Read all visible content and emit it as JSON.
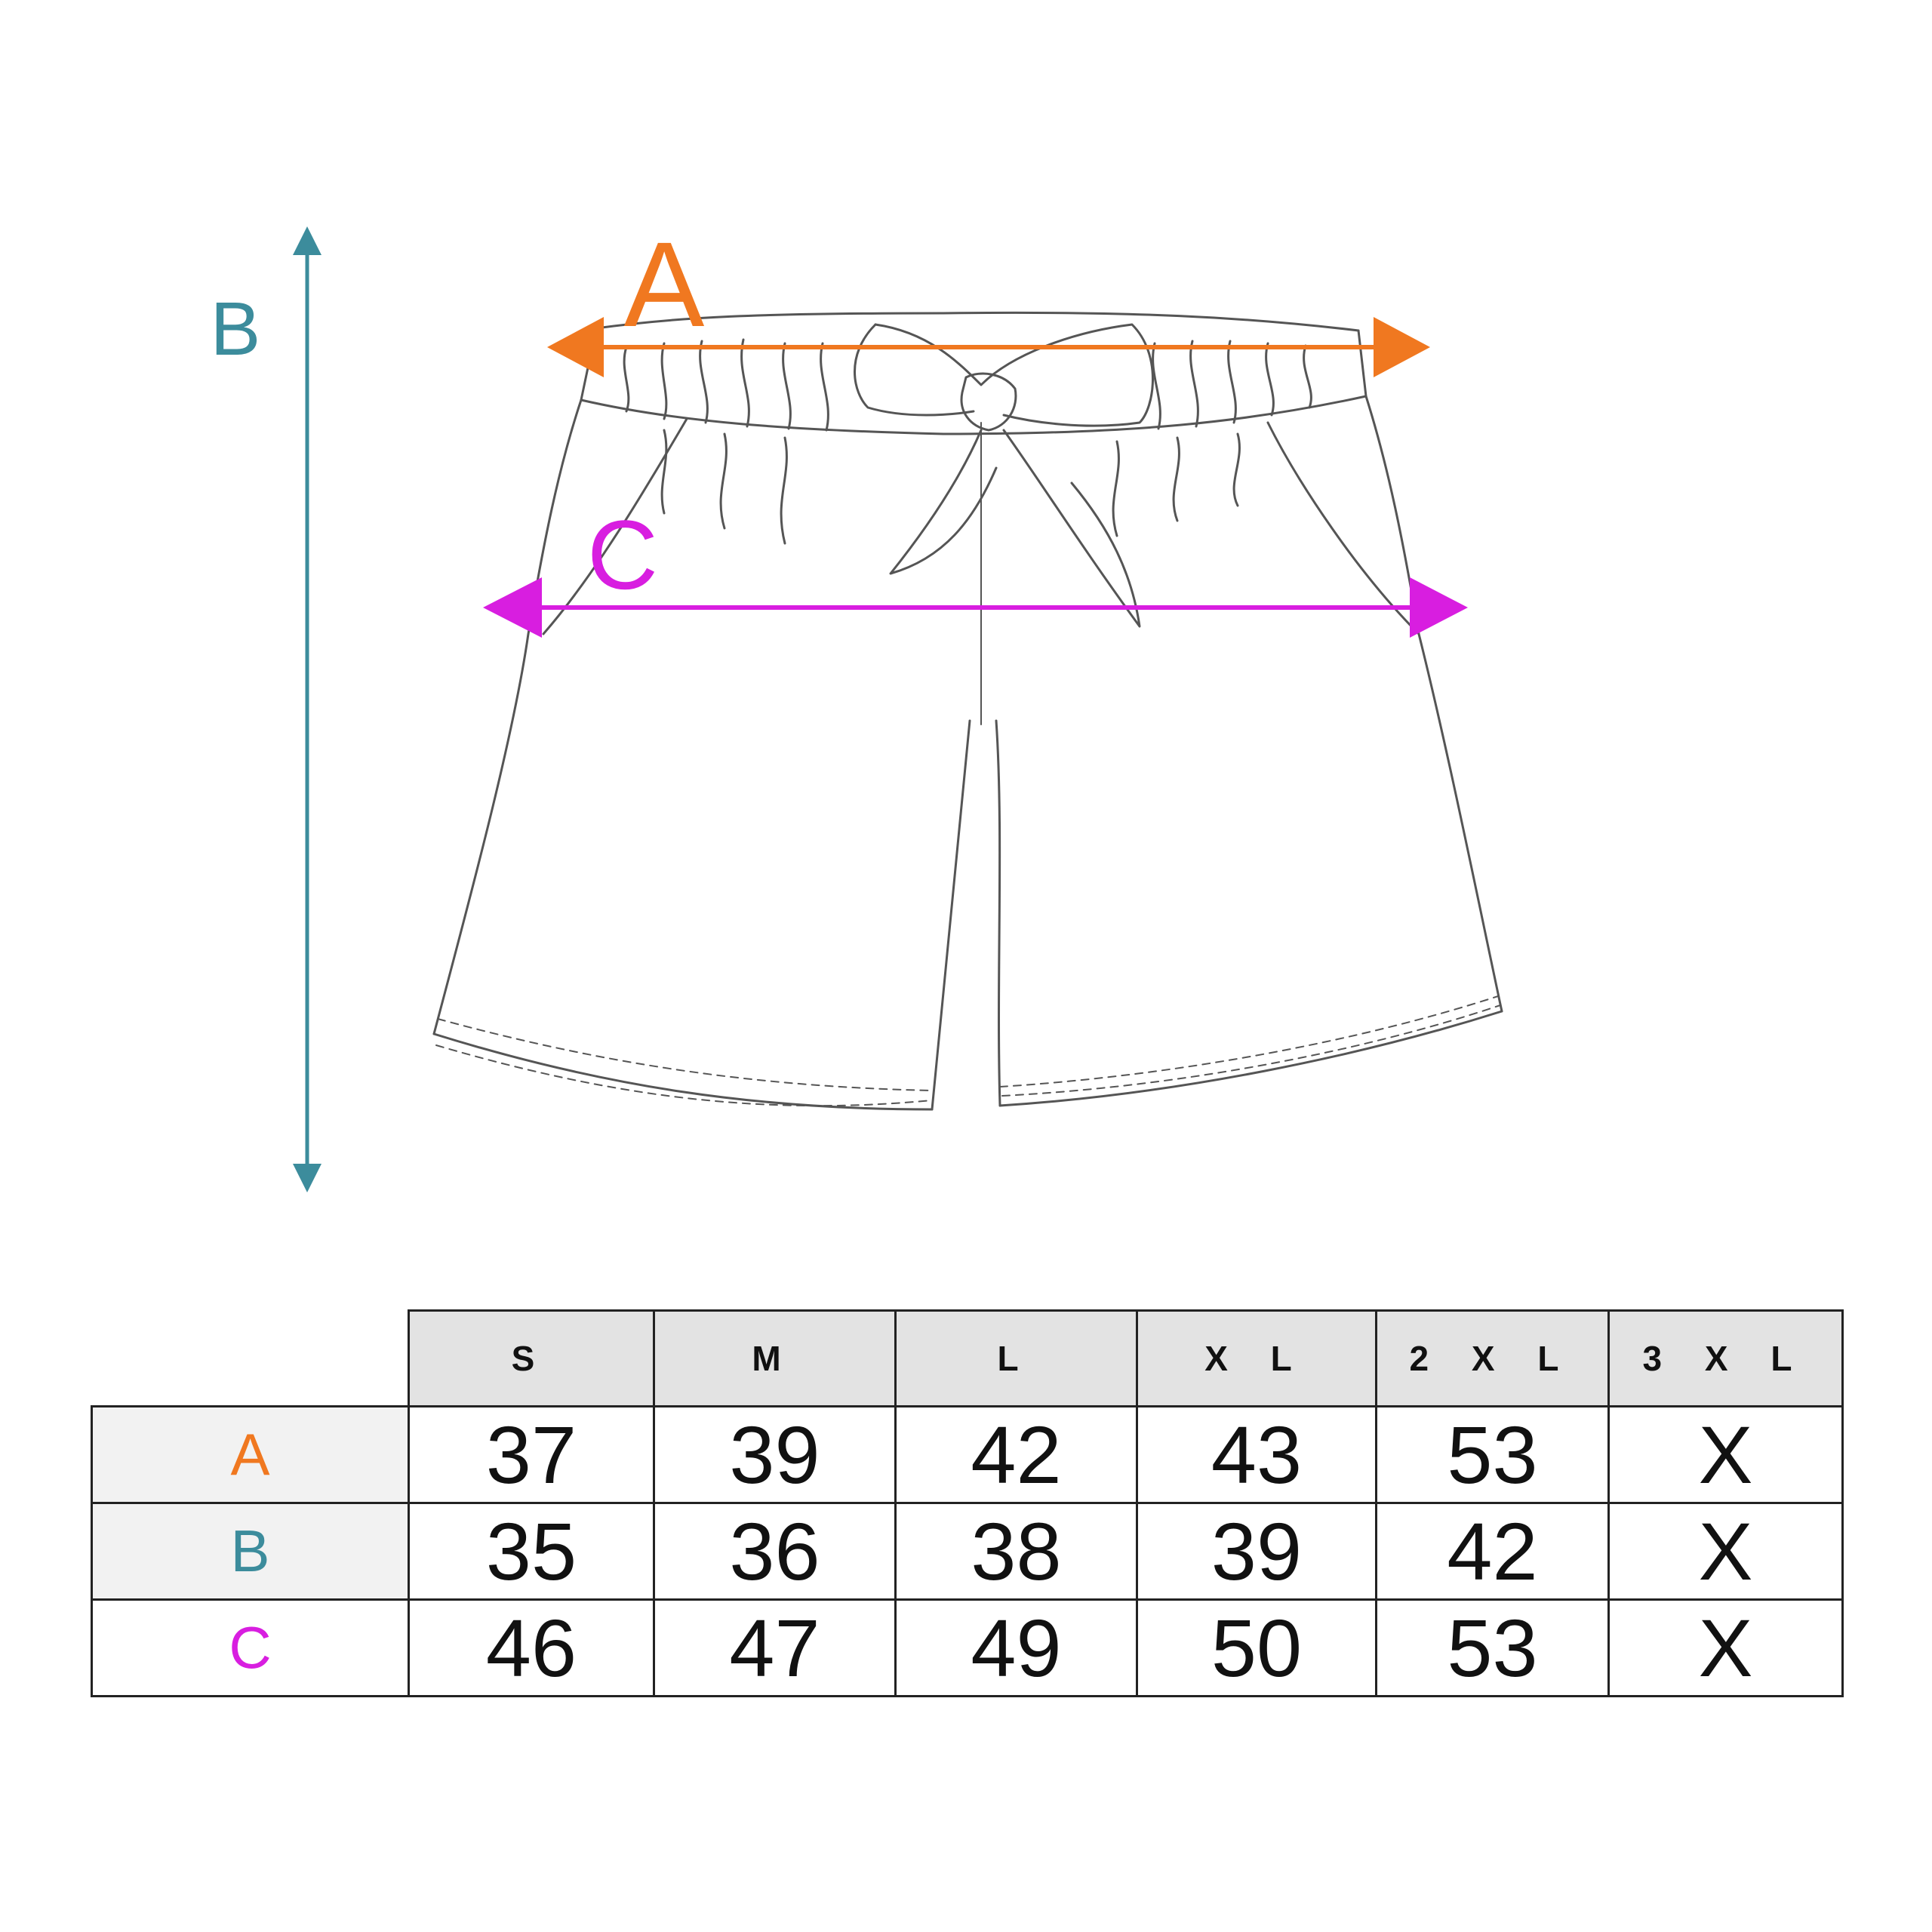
{
  "diagram": {
    "labels": {
      "a": "A",
      "b": "B",
      "c": "C"
    },
    "colors": {
      "a": "#f07820",
      "b": "#3c8c9c",
      "c": "#d81ee0",
      "outline": "#555555"
    }
  },
  "table": {
    "sizes": [
      "S",
      "M",
      "L",
      "X L",
      "2 X L",
      "3 X L"
    ],
    "rows": [
      {
        "label": "A",
        "color": "#f07820",
        "values": [
          "37",
          "39",
          "42",
          "43",
          "53",
          "X"
        ]
      },
      {
        "label": "B",
        "color": "#3c8c9c",
        "values": [
          "35",
          "36",
          "38",
          "39",
          "42",
          "X"
        ]
      },
      {
        "label": "C",
        "color": "#d81ee0",
        "values": [
          "46",
          "47",
          "49",
          "50",
          "53",
          "X"
        ]
      }
    ]
  }
}
